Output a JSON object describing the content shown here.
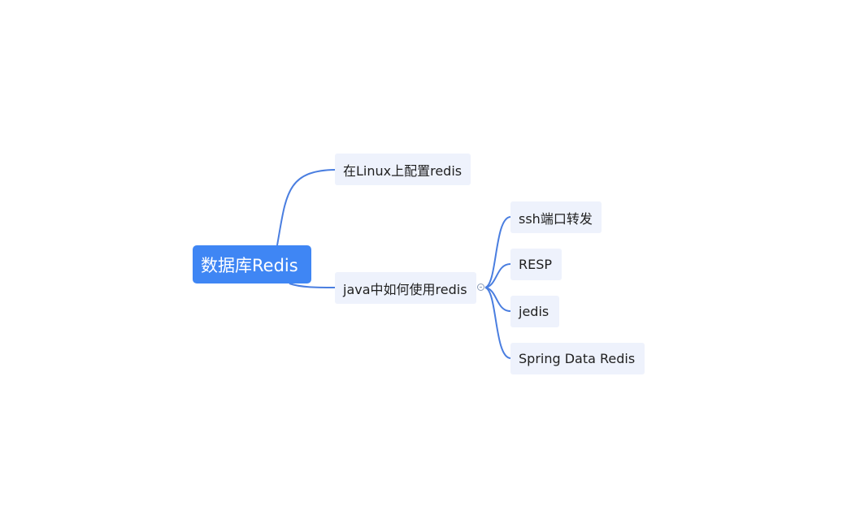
{
  "mindmap": {
    "root": {
      "label": "数据库Redis"
    },
    "branches": [
      {
        "label": "在Linux上配置redis"
      },
      {
        "label": "java中如何使用redis",
        "children": [
          {
            "label": "ssh端口转发"
          },
          {
            "label": "RESP"
          },
          {
            "label": "jedis"
          },
          {
            "label": "Spring Data Redis"
          }
        ]
      }
    ]
  },
  "colors": {
    "root_bg": "#3f86f4",
    "node_bg": "#eef2fc",
    "line": "#4a7ee0"
  }
}
